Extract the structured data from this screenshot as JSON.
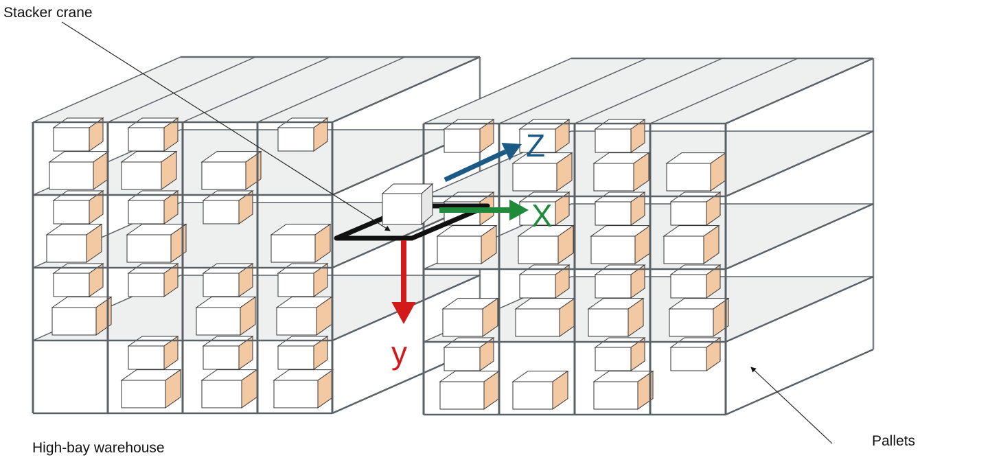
{
  "labels": {
    "stacker_crane": "Stacker crane",
    "high_bay_warehouse": "High-bay warehouse",
    "pallets": "Pallets"
  },
  "axes": [
    {
      "id": "z",
      "letter": "Z",
      "color": "#1a5a85"
    },
    {
      "id": "x",
      "letter": "X",
      "color": "#1f8a3a"
    },
    {
      "id": "y",
      "letter": "y",
      "color": "#d21a1a"
    }
  ],
  "colors": {
    "frame": "#5a6166",
    "shelf": "#eef0f0",
    "box_front": "#ffffff",
    "box_side": "#f3c9a4",
    "crane": "#111111"
  }
}
